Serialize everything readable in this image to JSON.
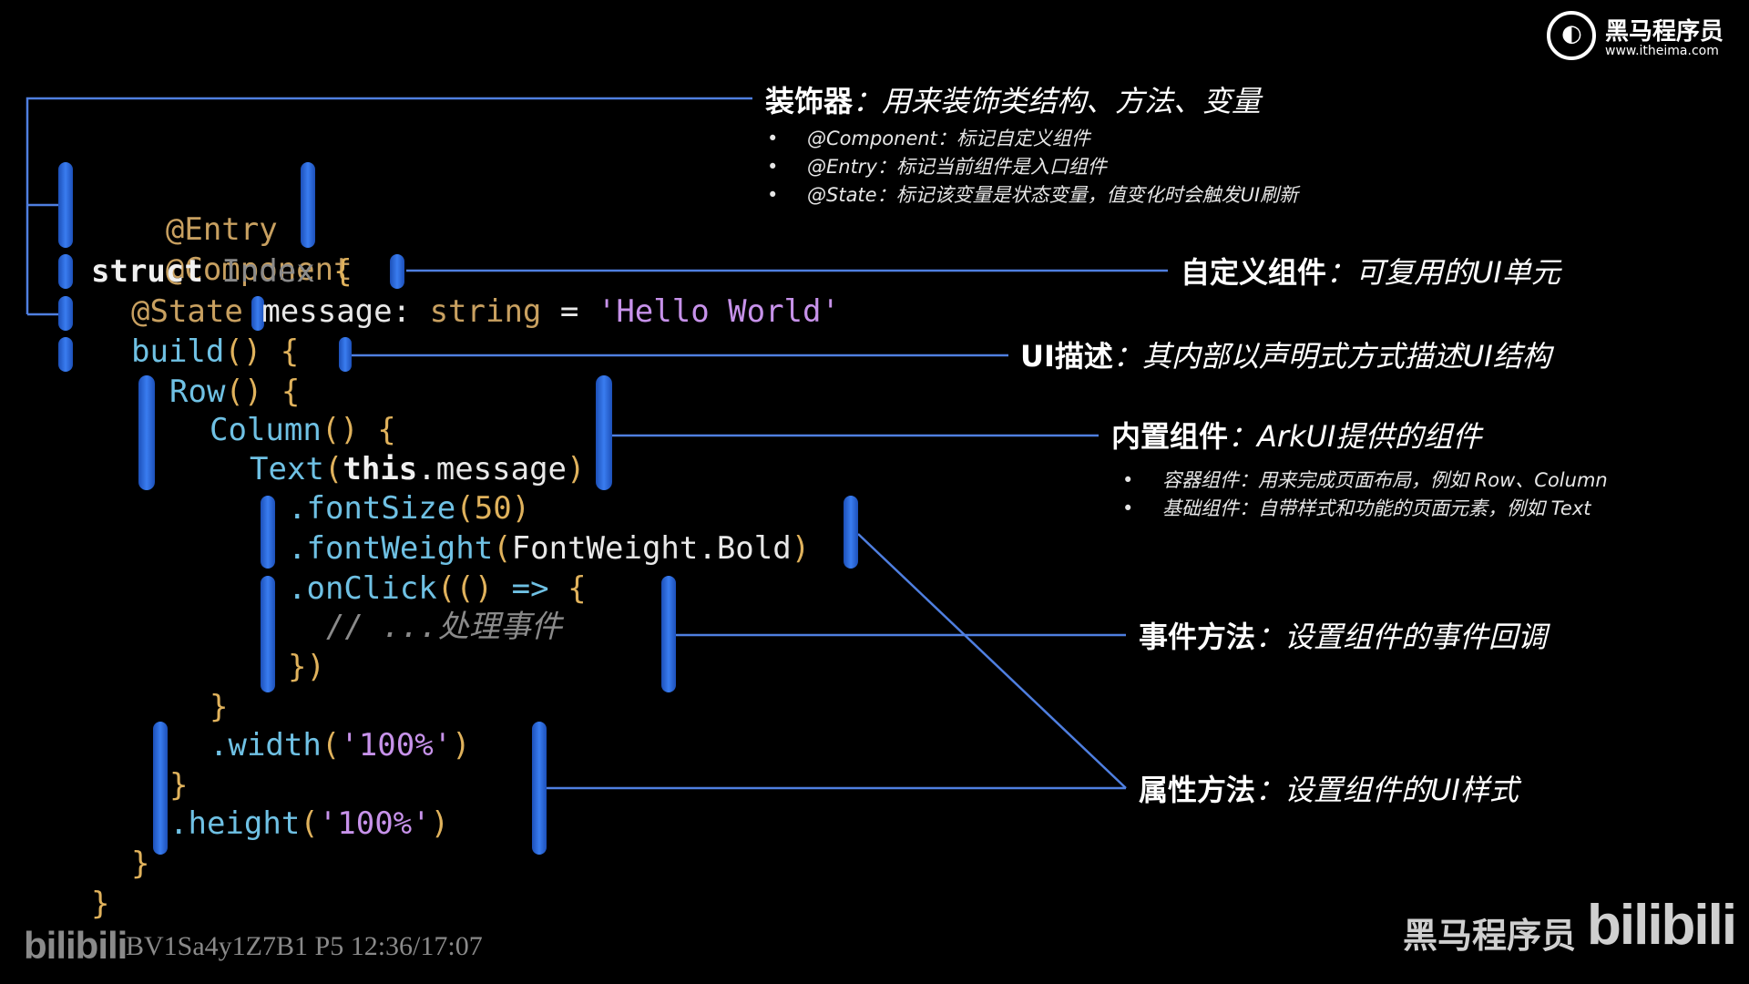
{
  "logo": {
    "glyph": "◐",
    "brand": "黑马程序员",
    "url": "www.itheima.com"
  },
  "code": {
    "l1": {
      "a": "@Entry"
    },
    "l2": {
      "a": "@Component"
    },
    "l3": {
      "kw": "struct",
      "name": "Index",
      "brace": "{"
    },
    "l4": {
      "deco": "@State",
      "ident": "message:",
      "type": "string",
      "eq": "=",
      "str": "'Hello World'"
    },
    "l5": {
      "fn": "build",
      "p": "()",
      "brace": "{"
    },
    "l6": {
      "fn": "Row",
      "p": "()",
      "brace": "{"
    },
    "l7": {
      "fn": "Column",
      "p": "()",
      "brace": "{"
    },
    "l8": {
      "fn": "Text",
      "p1": "(",
      "kw": "this",
      "rest": ".message",
      "p2": ")"
    },
    "l9": {
      "fn": ".fontSize",
      "p1": "(",
      "num": "50",
      "p2": ")"
    },
    "l10": {
      "fn": ".fontWeight",
      "p1": "(",
      "arg": "FontWeight.Bold",
      "p2": ")"
    },
    "l11": {
      "fn": ".onClick",
      "p1": "(()",
      "arrow": "=>",
      "brace": "{"
    },
    "l12": {
      "comment": "// ...处理事件"
    },
    "l13": {
      "close": "})"
    },
    "l14": {
      "close": "}"
    },
    "l15": {
      "fn": ".width",
      "p1": "(",
      "str": "'100%'",
      "p2": ")"
    },
    "l16": {
      "close": "}"
    },
    "l17": {
      "fn": ".height",
      "p1": "(",
      "str": "'100%'",
      "p2": ")"
    },
    "l18": {
      "close": "}"
    },
    "l19": {
      "close": "}"
    }
  },
  "annotations": {
    "decorator": {
      "title": "装饰器",
      "desc": "：用来装饰类结构、方法、变量",
      "bullets": [
        "@Component：标记自定义组件",
        "@Entry：标记当前组件是入口组件",
        "@State：标记该变量是状态变量，值变化时会触发UI刷新"
      ]
    },
    "custom": {
      "title": "自定义组件",
      "desc": "：可复用的UI单元"
    },
    "ui_desc": {
      "title": "UI描述",
      "desc": "：其内部以声明式方式描述UI结构"
    },
    "builtin": {
      "title": "内置组件",
      "desc": "：ArkUI提供的组件",
      "bullets": [
        "容器组件：用来完成页面布局，例如 Row、Column",
        "基础组件：自带样式和功能的页面元素，例如 Text"
      ]
    },
    "event": {
      "title": "事件方法",
      "desc": "：设置组件的事件回调"
    },
    "attr": {
      "title": "属性方法",
      "desc": "：设置组件的UI样式"
    }
  },
  "footer": {
    "bili_left": "bilibili",
    "video_info": "BV1Sa4y1Z7B1 P5 12:36/17:07",
    "brand": "黑马程序员",
    "bili_right": "bilibili"
  },
  "colors": {
    "bracket": "#2f6fd6",
    "line": "#4f7fe0",
    "background": "#000000"
  }
}
